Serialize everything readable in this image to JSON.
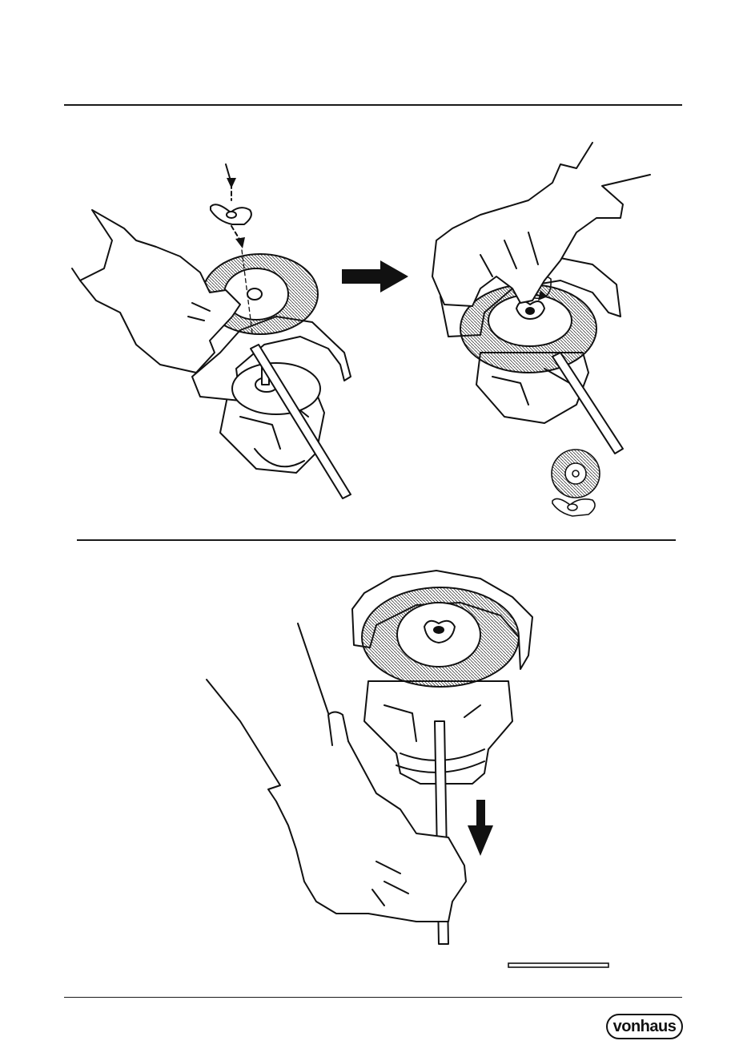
{
  "brand": {
    "logo_text": "vonhaus",
    "ink_color": "#111111",
    "paper_color": "#ffffff"
  },
  "figures": [
    {
      "id": "fig-attach-brush",
      "icon": "hand-placing-wire-brush-with-wing-nut"
    },
    {
      "id": "fig-tighten-nut",
      "icon": "hand-tightening-wing-nut"
    },
    {
      "id": "fig-remove-rod",
      "icon": "hand-withdrawing-locking-rod"
    }
  ],
  "parts": [
    {
      "id": "part-wire-brush",
      "icon": "wire-brush-icon"
    },
    {
      "id": "part-wing-nut",
      "icon": "wing-nut-icon"
    },
    {
      "id": "part-locking-rod",
      "icon": "locking-rod-icon"
    }
  ]
}
